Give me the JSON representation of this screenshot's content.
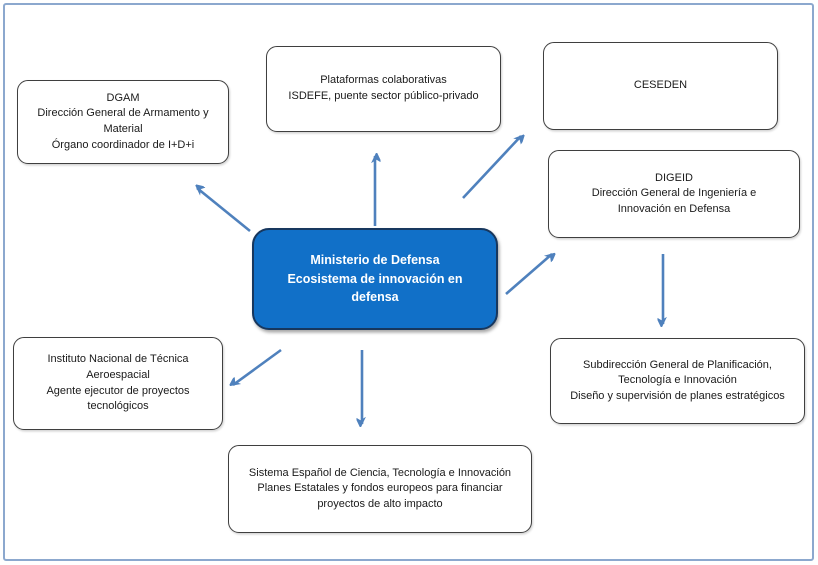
{
  "diagram": {
    "center": {
      "id": "ministerio-defensa",
      "lines": [
        "Ministerio de Defensa",
        "Ecosistema de innovación en",
        "defensa"
      ]
    },
    "nodes": {
      "dgam": {
        "lines": [
          "DGAM",
          "Dirección General de Armamento y",
          "Material",
          "Órgano coordinador de I+D+i"
        ]
      },
      "plataformas": {
        "lines": [
          "Plataformas colaborativas",
          "ISDEFE, puente sector público-privado"
        ]
      },
      "ceseden": {
        "lines": [
          "CESEDEN"
        ]
      },
      "digeid": {
        "lines": [
          "DIGEID",
          "Dirección General de Ingeniería e",
          "Innovación en Defensa"
        ]
      },
      "subdireccion": {
        "lines": [
          "Subdirección General de  Planificación,",
          "Tecnología e Innovación",
          "Diseño y supervisión de planes estratégicos"
        ]
      },
      "instituto": {
        "lines": [
          "Instituto Nacional de Técnica",
          "Aeroespacial",
          "Agente ejecutor de proyectos",
          "tecnológicos"
        ]
      },
      "sistema": {
        "lines": [
          "Sistema Español de Ciencia, Tecnología e Innovación",
          "Planes Estatales y fondos europeos para financiar",
          "proyectos de alto impacto"
        ]
      }
    },
    "arrows": [
      {
        "from": "ministerio-defensa",
        "to": "dgam"
      },
      {
        "from": "ministerio-defensa",
        "to": "plataformas"
      },
      {
        "from": "ministerio-defensa",
        "to": "ceseden"
      },
      {
        "from": "ministerio-defensa",
        "to": "digeid"
      },
      {
        "from": "digeid",
        "to": "subdireccion"
      },
      {
        "from": "ministerio-defensa",
        "to": "instituto"
      },
      {
        "from": "ministerio-defensa",
        "to": "sistema"
      }
    ],
    "colors": {
      "center_fill": "#1170C8",
      "center_border": "#17375E",
      "center_text": "#FFFFFF",
      "node_fill": "#FFFFFF",
      "node_border": "#3F3F3F",
      "arrow": "#4F81BD",
      "frame_border": "#8CA8CE"
    }
  }
}
